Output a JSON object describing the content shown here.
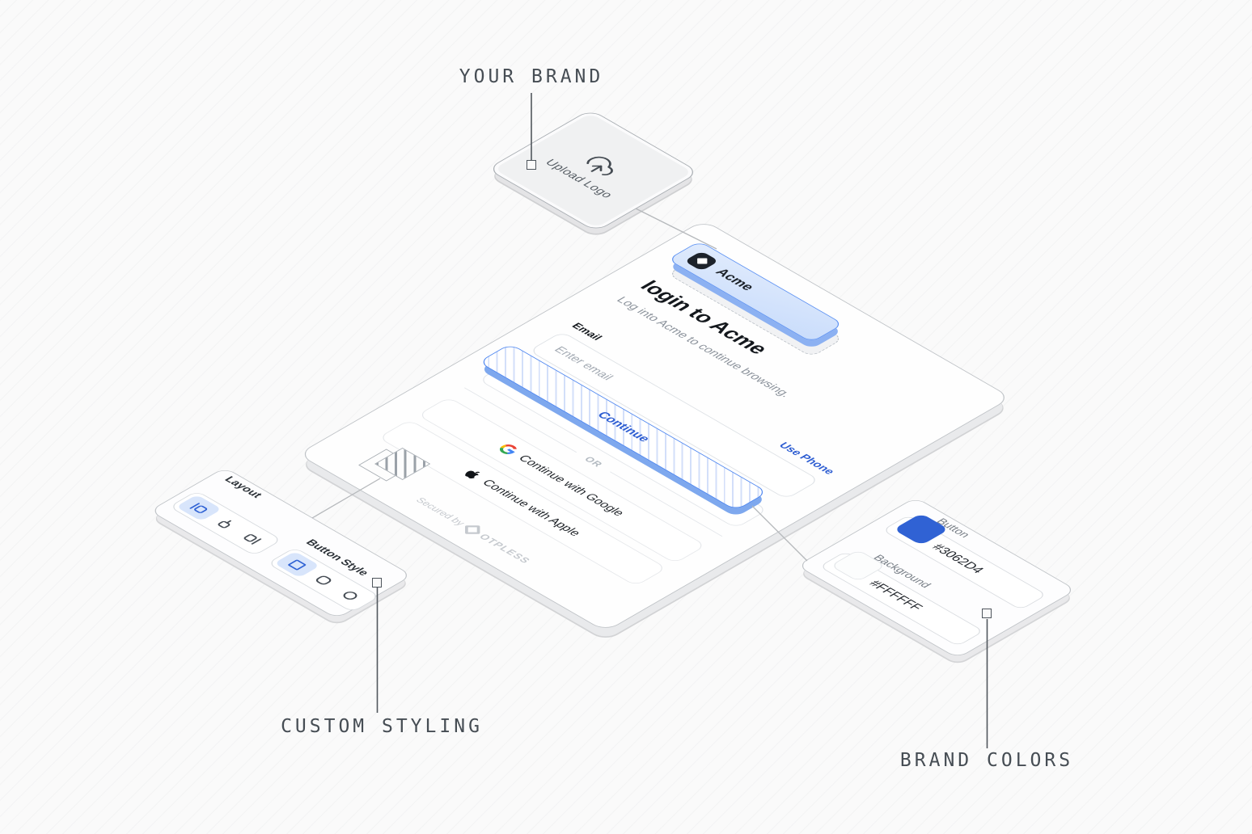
{
  "annotations": {
    "your_brand": "YOUR BRAND",
    "custom_styling": "CUSTOM STYLING",
    "brand_colors": "BRAND COLORS"
  },
  "upload_card": {
    "label": "Upload Logo"
  },
  "login_card": {
    "brand_chip": {
      "name": "Acme"
    },
    "title": "login to Acme",
    "subtitle": "Log into Acme to continue browsing.",
    "email_label": "Email",
    "email_placeholder": "Enter email",
    "use_phone_label": "Use Phone",
    "continue_label": "Continue",
    "divider_label": "OR",
    "google_label": "Continue with Google",
    "apple_label": "Continue with Apple",
    "secured_by_label": "Secured by",
    "secured_brand": "OTPLESS"
  },
  "styling_panel": {
    "layout_label": "Layout",
    "button_style_label": "Button Style"
  },
  "colors_panel": {
    "button_label": "Button",
    "button_hex": "#3062D4",
    "background_label": "Background",
    "background_hex": "#FFFFFF"
  },
  "icons": {
    "upload": "upload-cloud",
    "google": "google-g",
    "apple": "apple-logo",
    "acme": "acme-mark",
    "otpless": "otpless-diamond"
  },
  "palette": {
    "accent_blue": "#3062D4",
    "chip_border": "#5D92F3",
    "chip_fill": "#CFE0FB",
    "background": "#FFFFFF"
  }
}
